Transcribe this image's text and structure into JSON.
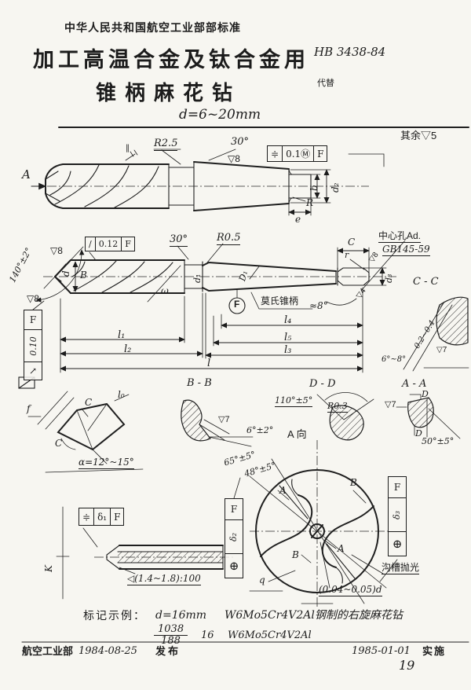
{
  "header": {
    "org": "中华人民共和国航空工业部部标准",
    "title1": "加工高温合金及钛合金用",
    "title2": "锥柄麻花钻",
    "std_no": "HB 3438-84",
    "replaces": "代替",
    "range": "d=6~20mm",
    "rest_finish": "其余▽5"
  },
  "top_view": {
    "view_label": "A",
    "land_mark": "‖",
    "r_neck": "R2.5",
    "neck_angle": "30°",
    "finish": "▽8",
    "tol_frame": [
      "≑",
      "0.1Ⓜ",
      "F"
    ],
    "dim_b": "b",
    "dim_d2": "d₂",
    "dim_R": "R",
    "dim_e": "e"
  },
  "main_view": {
    "point_angle": "140°±2°",
    "finish_top": "▽8",
    "finish_edge": "▽8",
    "dim_d": "d",
    "flute_label": "B",
    "helix": "ω",
    "tol_frame_top": [
      "/",
      "0.12",
      "F"
    ],
    "tol_frame_left": [
      "F",
      "0.10",
      "↗"
    ],
    "neck_angle": "30°",
    "neck_radius": "R0.5",
    "dim_d1": "d₁",
    "dim_D1": "D₁",
    "datum": "F",
    "shank_note": "莫氏锥柄",
    "taper_angle": "≈8°",
    "center_hole_1": "中心孔Ad.",
    "center_hole_2": "GB145-59",
    "finish_taper": "▽8",
    "finish_tang": "▽4",
    "dim_d3": "d₃",
    "dim_C": "C",
    "dim_r": "r",
    "dim_l1": "l₁",
    "dim_l2": "l₂",
    "dim_l3": "l₃",
    "dim_l4": "l₄",
    "dim_l5": "l₅",
    "dim_l": "l"
  },
  "sections": {
    "bb": {
      "title": "B - B",
      "finish": "▽7",
      "angle": "6°±2°"
    },
    "dd": {
      "title": "D - D",
      "angle": "110°±5°",
      "radius": "R0.3"
    },
    "aa": {
      "title": "A - A",
      "finish": "▽7",
      "d_top": "D",
      "d_bottom": "D",
      "angle": "50°±5°"
    },
    "cc": {
      "title": "C - C",
      "margin": "0.2~0.4",
      "finish": "▽7",
      "angle": "6°~8°"
    },
    "corner": {
      "dim_f": "f",
      "dim_C_top": "C",
      "dim_l0": "l₀",
      "dim_C_bottom": "C",
      "alpha": "α=12°~15°"
    }
  },
  "end_view": {
    "title": "A 向",
    "angle_65": "65°±5°",
    "angle_48": "48°±5°",
    "cut_A_top": "A",
    "cut_A_bottom": "A",
    "cut_B_top": "B",
    "cut_B_bottom": "B",
    "dim_q": "q",
    "groove_note": "沟槽抛光",
    "web_note": "(0.04~0.05)d",
    "tol_frame_left": [
      "F",
      "δ₂",
      "⊕"
    ],
    "tol_frame_right": [
      "F",
      "δ₃",
      "⊕"
    ]
  },
  "k_view": {
    "tol_frame": [
      "≑",
      "δ₁",
      "F"
    ],
    "dim_K": "K",
    "taper_note": "◁(1.4~1.8):100"
  },
  "example": {
    "prefix": "标记示例：",
    "dia": "d=16mm",
    "steel_desc": "W6Mo5Cr4V2Al钢制的右旋麻花钻",
    "code_num": "1038",
    "code_den": "188",
    "size": "16",
    "steel": "W6Mo5Cr4V2Al"
  },
  "footer": {
    "org": "航空工业部",
    "issue_date": "1984-08-25",
    "issue_label": "发布",
    "impl_date": "1985-01-01",
    "impl_label": "实施",
    "page_no": "19"
  }
}
